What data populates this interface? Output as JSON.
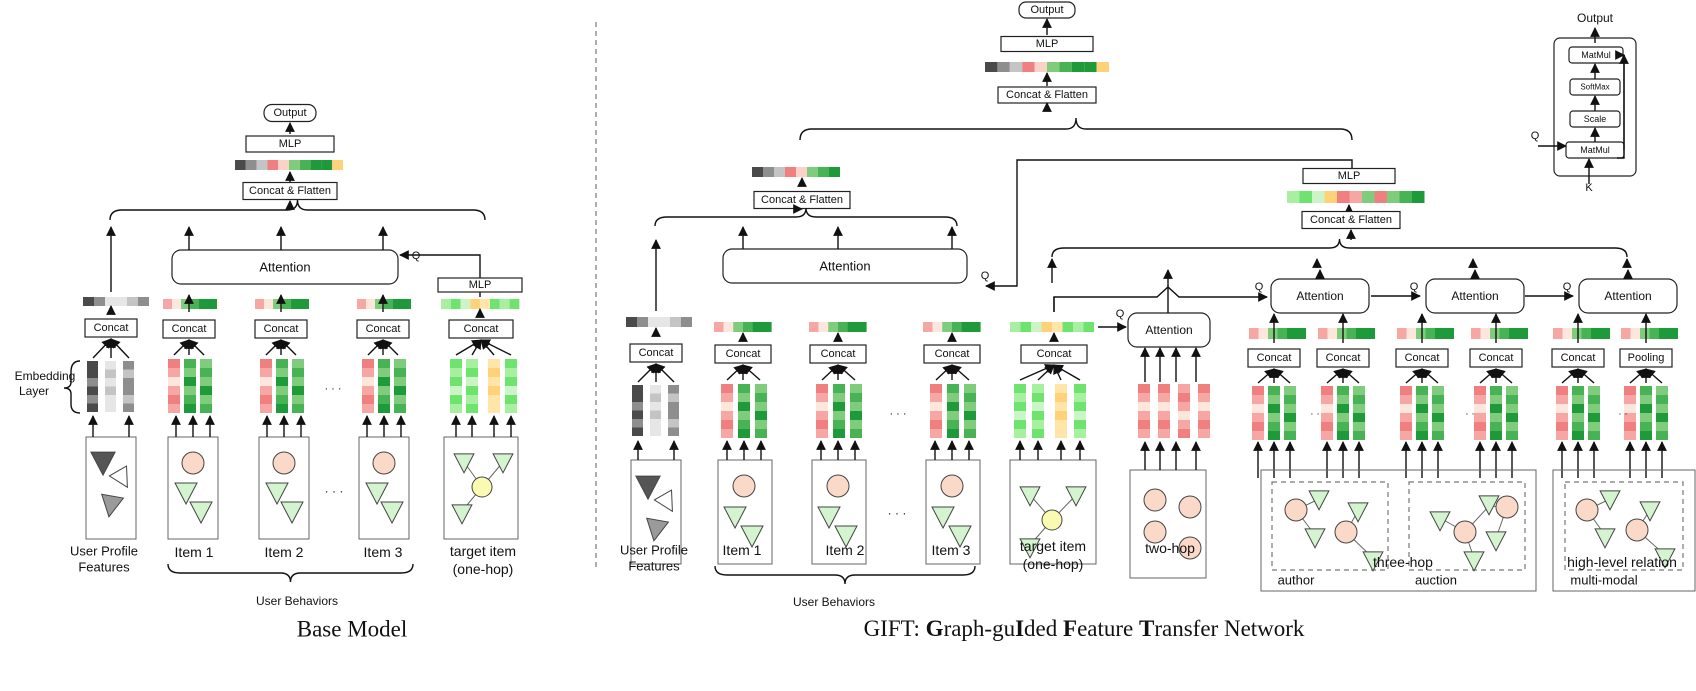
{
  "labels": {
    "output": "Output",
    "mlp": "MLP",
    "concat_flatten": "Concat & Flatten",
    "attention": "Attention",
    "concat": "Concat",
    "pooling": "Pooling",
    "q": "Q",
    "k": "K",
    "matmul": "MatMul",
    "softmax": "SoftMax",
    "scale": "Scale",
    "embedding_layer_line1": "Embedding",
    "embedding_layer_line2": "Layer",
    "user_profile_line1": "User Profile",
    "user_profile_line2": "Features",
    "item1": "Item 1",
    "item2": "Item 2",
    "item3": "Item 3",
    "target_item_line1": "target item",
    "target_item_line2": "(one-hop)",
    "user_behaviors": "User Behaviors",
    "two_hop": "two-hop",
    "three_hop": "three-hop",
    "high_level": "high-level relation",
    "author": "author",
    "auction": "auction",
    "multi_modal": "multi-modal",
    "ellipsis": "· · ·",
    "ellipsis_small": "· ·"
  },
  "captions": {
    "left": "Base Model",
    "right_pre": "GIFT: ",
    "right_parts": [
      {
        "t": "G",
        "bold": true
      },
      {
        "t": "raph-gu",
        "bold": false
      },
      {
        "t": "I",
        "bold": true
      },
      {
        "t": "ded ",
        "bold": false
      },
      {
        "t": "F",
        "bold": true
      },
      {
        "t": "eature ",
        "bold": false
      },
      {
        "t": "T",
        "bold": true
      },
      {
        "t": "ransfer Network",
        "bold": false
      }
    ]
  },
  "colors": {
    "green": [
      "#1e9a3a",
      "#48b354",
      "#7fcc7c",
      "#b6e3a8"
    ],
    "red": [
      "#f07f7f",
      "#f6a7a3",
      "#fbd2c7",
      "#fde6dc"
    ],
    "grey": [
      "#4a4a4a",
      "#8e8e8e",
      "#c4c4c4",
      "#e6e6e6"
    ],
    "lime": [
      "#6ee36e",
      "#a6f0a0",
      "#cbf5c6"
    ],
    "yellow": [
      "#ffd27a",
      "#ffe6a8"
    ],
    "node_pink": "#fbd9c8",
    "node_green": "#d4f3cf",
    "node_yellow": "#fafbb0",
    "tri_dark": "#555555",
    "tri_mid": "#9a9a9a"
  }
}
